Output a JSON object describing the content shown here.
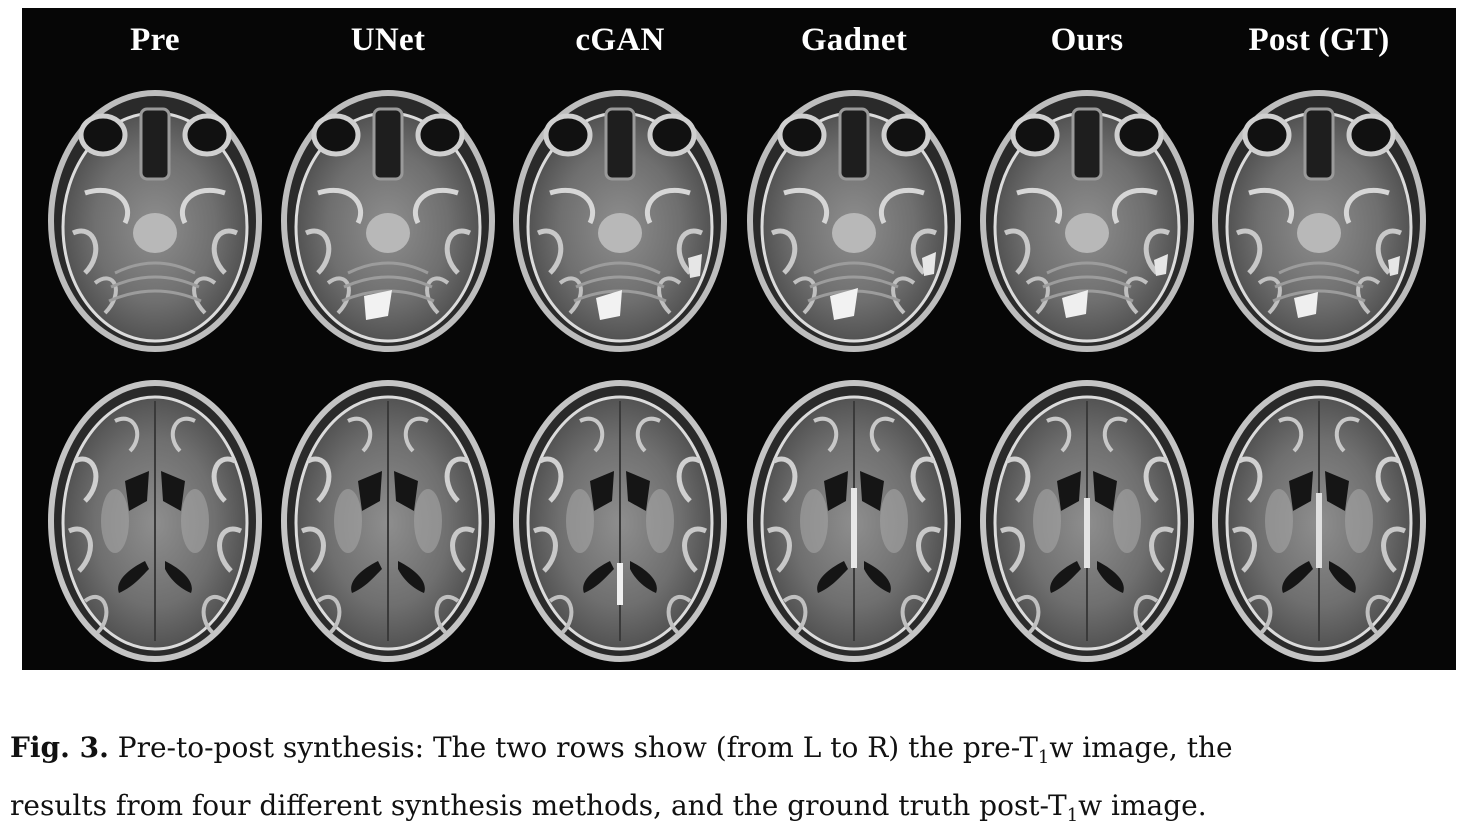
{
  "figure": {
    "columns": [
      "Pre",
      "UNet",
      "cGAN",
      "Gadnet",
      "Ours",
      "Post (GT)"
    ],
    "rows": [
      "orbital-slice",
      "ventricle-slice"
    ]
  },
  "caption": {
    "label": "Fig. 3.",
    "line1_a": " Pre-to-post synthesis: The two rows show (from L to R) the pre-T",
    "line1_sub": "1",
    "line1_b": "w image, the",
    "line2_a": "results from four different synthesis methods, and the ground truth post-T",
    "line2_sub": "1",
    "line2_b": "w image."
  },
  "colors": {
    "panel_bg": "#060606",
    "label_text": "#ffffff",
    "caption_text": "#111111"
  }
}
